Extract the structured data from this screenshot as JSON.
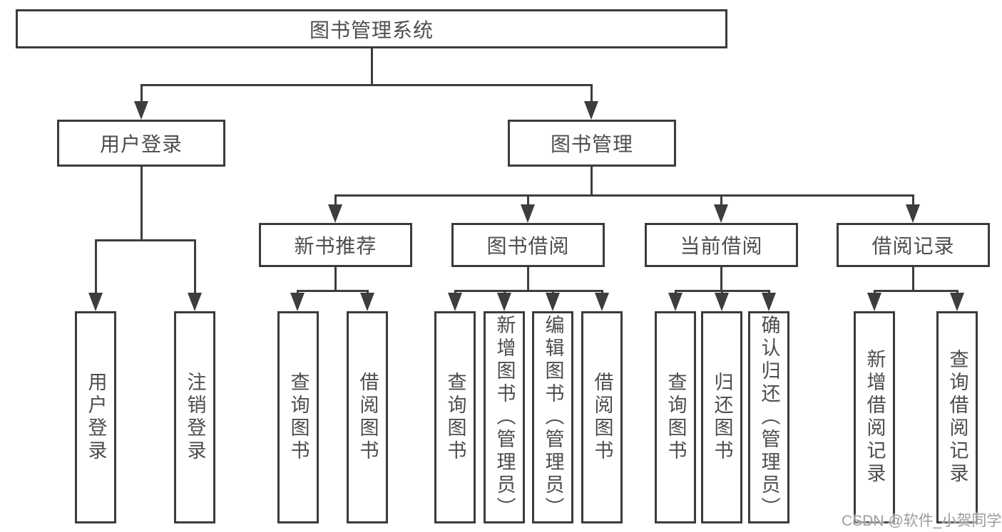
{
  "tree": {
    "label": "图书管理系统",
    "children": [
      {
        "label": "用户登录",
        "children": [
          {
            "label": "用户登录"
          },
          {
            "label": "注销登录"
          }
        ]
      },
      {
        "label": "图书管理",
        "children": [
          {
            "label": "新书推荐",
            "children": [
              {
                "label": "查询图书"
              },
              {
                "label": "借阅图书"
              }
            ]
          },
          {
            "label": "图书借阅",
            "children": [
              {
                "label": "查询图书"
              },
              {
                "label": "新增图书（管理员）"
              },
              {
                "label": "编辑图书（管理员）"
              },
              {
                "label": "借阅图书"
              }
            ]
          },
          {
            "label": "当前借阅",
            "children": [
              {
                "label": "查询图书"
              },
              {
                "label": "归还图书"
              },
              {
                "label": "确认归还（管理员）"
              }
            ]
          },
          {
            "label": "借阅记录",
            "children": [
              {
                "label": "新增借阅记录"
              },
              {
                "label": "查询借阅记录"
              }
            ]
          }
        ]
      }
    ]
  },
  "watermark": {
    "text": "CSDN @软件_小贺同学"
  },
  "colors": {
    "line": "#3d3d3d",
    "node_border": "#3b3b3b",
    "node_text": "#4d4d4d",
    "watermark_text": "#9c9c9c",
    "background": "#ffffff"
  }
}
